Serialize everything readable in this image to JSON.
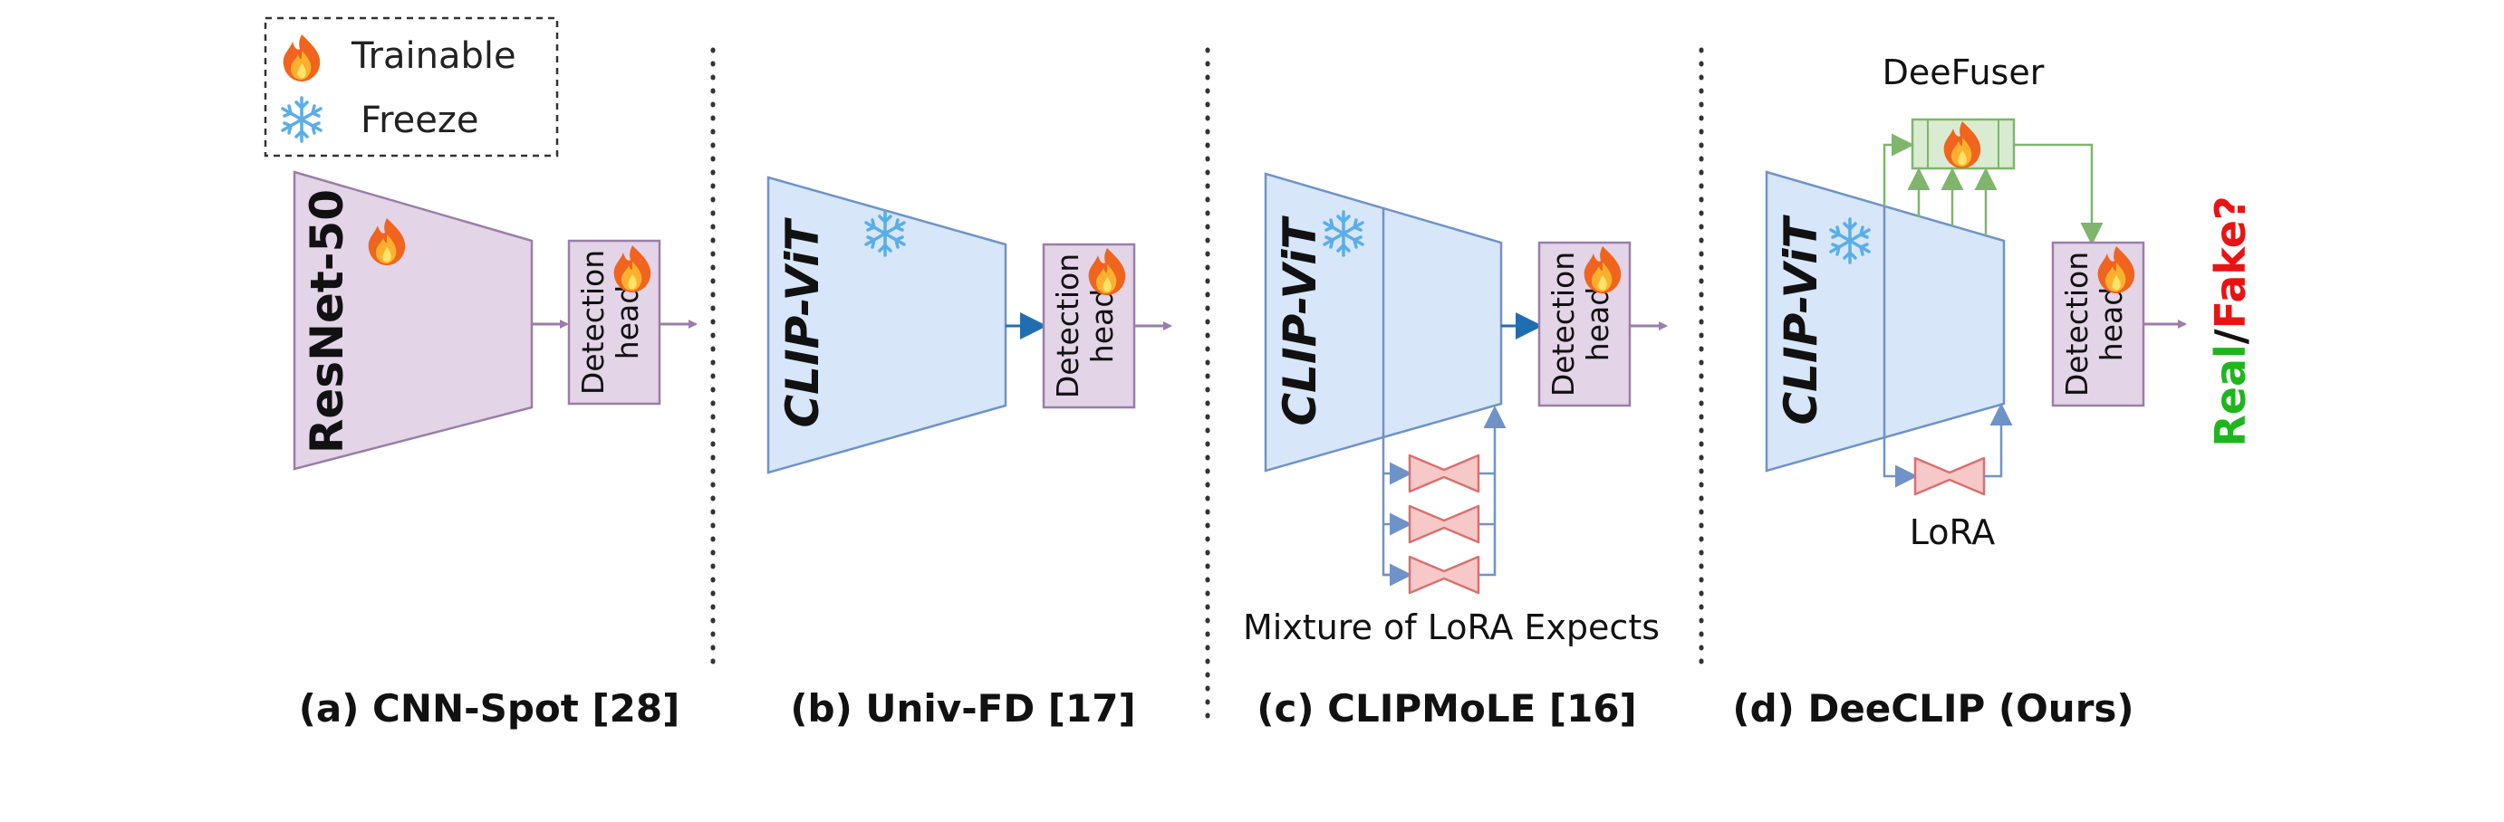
{
  "legend": {
    "trainable_label": "Trainable",
    "freeze_label": "Freeze",
    "trainable_icon": "fire-icon",
    "freeze_icon": "snowflake-icon"
  },
  "panels": {
    "a": {
      "block": "ResNet-50",
      "head": [
        "Detection",
        "head"
      ],
      "caption": "(a) CNN-Spot [28]"
    },
    "b": {
      "block": "CLIP-ViT",
      "head": [
        "Detection",
        "head"
      ],
      "caption": "(b) Univ-FD [17]"
    },
    "c": {
      "block": "CLIP-ViT",
      "head": [
        "Detection",
        "head"
      ],
      "caption": "(c) CLIPMoLE [16]",
      "note": "Mixture of LoRA Expects"
    },
    "d": {
      "block": "CLIP-ViT",
      "head": [
        "Detection",
        "head"
      ],
      "caption": "(d) DeeCLIP (Ours)",
      "fuser": "DeeFuser",
      "lora": "LoRA"
    }
  },
  "output": {
    "real": "Real",
    "slash": "/",
    "fake": "Fake",
    "question": "?"
  },
  "colors": {
    "resnet_fill": "#e3d4e8",
    "resnet_stroke": "#9a7ea8",
    "vit_fill": "#d7e6f8",
    "vit_stroke": "#6f93c8",
    "head_fill": "#e3d4e8",
    "lora_fill": "#f6c8c8",
    "lora_stroke": "#d9706f",
    "fuser_fill": "#d9ecd2",
    "fuser_stroke": "#7fb56d",
    "blue_arrow": "#1f6fb0",
    "purple_arrow": "#9a7ea8",
    "real": "#1fb51f",
    "fake": "#e81414"
  }
}
